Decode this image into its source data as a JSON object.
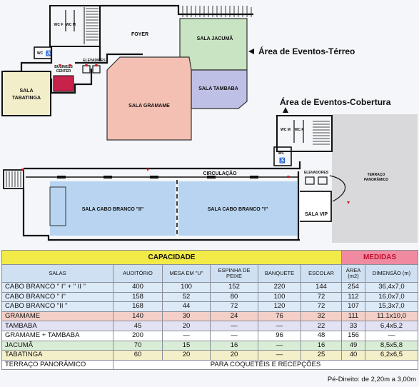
{
  "floorplan": {
    "ground_title": "Área de Eventos-Térreo",
    "roof_title": "Área de Eventos-Cobertura",
    "rooms": {
      "foyer": "FOYER",
      "jacuma": "SALA JACUMÃ",
      "tambaba": "SALA TAMBABA",
      "gramame": "SALA GRAMAME",
      "tabatinga_1": "SALA",
      "tabatinga_2": "TABATINGA",
      "business_1": "BUSINESS",
      "business_2": "CENTER",
      "elevators_ground": "ELEVADIRES",
      "wc_f": "WC F",
      "wc_m": "WC M",
      "wc_access": "WC",
      "circulacao": "CIRCULAÇÃO",
      "cabo_branco_2": "SALA CABO BRANCO \"II\"",
      "cabo_branco_1": "SALA CABO BRANCO \"I\"",
      "elevators_roof": "ELEVADORES",
      "sala_vip": "SALA VIP",
      "terraco_1": "TERRAÇO",
      "terraco_2": "PANORÂMICO",
      "wc_roof_m": "WC M",
      "wc_roof_f": "WC F",
      "wc_roof_access": "WC"
    }
  },
  "table": {
    "capacity_label": "CAPACIDADE",
    "measures_label": "MEDIDAS",
    "headers": [
      "SALAS",
      "AUDITÓRIO",
      "MESA EM \"U\"",
      "ESPINHA DE PEIXE",
      "BANQUETE",
      "ESCOLAR",
      "ÁREA (m2)",
      "DIMENSÃO (m)"
    ],
    "rows": [
      {
        "name": "CABO BRANCO \" I\"  +  \" II \"",
        "cells": [
          "400",
          "100",
          "152",
          "220",
          "144",
          "254",
          "36,4x7,0"
        ],
        "color": "blue"
      },
      {
        "name": "CABO BRANCO \" I\"",
        "cells": [
          "158",
          "52",
          "80",
          "100",
          "72",
          "112",
          "16,0x7,0"
        ],
        "color": "blue"
      },
      {
        "name": "CABO BRANCO \"II \"",
        "cells": [
          "168",
          "44",
          "72",
          "120",
          "72",
          "107",
          "15,3x7,0"
        ],
        "color": "blue"
      },
      {
        "name": "GRAMAME",
        "cells": [
          "140",
          "30",
          "24",
          "76",
          "32",
          "111",
          "11.1x10,0"
        ],
        "color": "pink"
      },
      {
        "name": "TAMBABA",
        "cells": [
          "45",
          "20",
          "—",
          "—",
          "22",
          "33",
          "6,4x5,2"
        ],
        "color": "lav"
      },
      {
        "name": "GRAMAME + TAMBABA",
        "cells": [
          "200",
          "—",
          "—",
          "96",
          "48",
          "156",
          "—"
        ],
        "color": "white"
      },
      {
        "name": "JACUMÃ",
        "cells": [
          "70",
          "15",
          "16",
          "—",
          "16",
          "49",
          "8,5x5,8"
        ],
        "color": "green"
      },
      {
        "name": "TABATINGA",
        "cells": [
          "60",
          "20",
          "20",
          "—",
          "25",
          "40",
          "6,2x6,5"
        ],
        "color": "yel"
      }
    ],
    "terrace_name": "TERRAÇO PANORÂMICO",
    "terrace_note": "PARA COQUETÉIS E RECEPÇÕES"
  },
  "footnote": "Pé-Direito: de 2,20m a 3,00m",
  "colors": {
    "jacuma": "#c8e4c3",
    "tambaba": "#bfc0e6",
    "gramame": "#f4c0b4",
    "tabatinga": "#f2eec9",
    "cabo_branco": "#b8d4f0",
    "terrace": "#d9d9dc",
    "business": "#c8214a",
    "capacity_band": "#f2ea47",
    "measures_band": "#ef8aa0"
  }
}
